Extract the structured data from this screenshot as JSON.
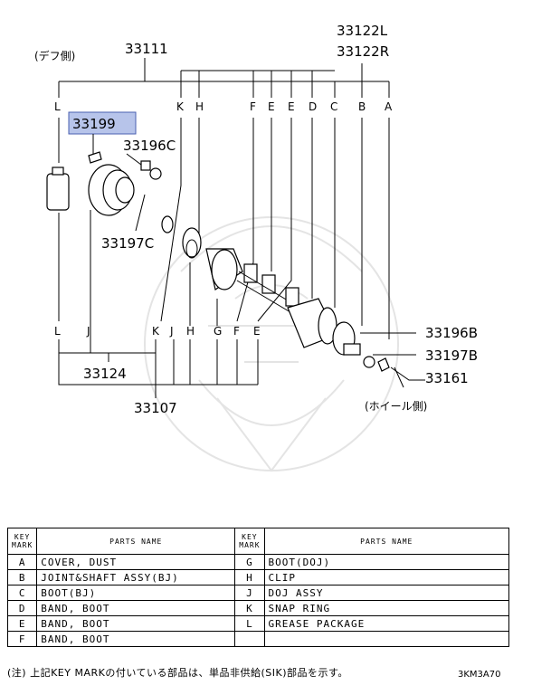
{
  "diagram": {
    "side_labels": {
      "diff_side": "(デフ側)",
      "wheel_side": "(ホイール側)"
    },
    "part_numbers": {
      "p33111": "33111",
      "p33122L": "33122L",
      "p33122R": "33122R",
      "p33199": "33199",
      "p33196C": "33196C",
      "p33197C": "33197C",
      "p33124": "33124",
      "p33107": "33107",
      "p33196B": "33196B",
      "p33197B": "33197B",
      "p33161": "33161"
    },
    "top_keys": [
      "L",
      "K",
      "H",
      "F",
      "E",
      "E",
      "D",
      "C",
      "B",
      "A"
    ],
    "bottom_keys": [
      "L",
      "J",
      "K",
      "J",
      "H",
      "G",
      "F",
      "E"
    ],
    "highlight_color": "#b7c4ea"
  },
  "table": {
    "header": {
      "key_mark": "KEY MARK",
      "parts_name": "PARTS NAME"
    },
    "rows": [
      {
        "k1": "A",
        "n1": "COVER, DUST",
        "k2": "G",
        "n2": "BOOT(DOJ)"
      },
      {
        "k1": "B",
        "n1": "JOINT&SHAFT ASSY(BJ)",
        "k2": "H",
        "n2": "CLIP"
      },
      {
        "k1": "C",
        "n1": "BOOT(BJ)",
        "k2": "J",
        "n2": "DOJ ASSY"
      },
      {
        "k1": "D",
        "n1": "BAND, BOOT",
        "k2": "K",
        "n2": "SNAP RING"
      },
      {
        "k1": "E",
        "n1": "BAND, BOOT",
        "k2": "L",
        "n2": "GREASE PACKAGE"
      },
      {
        "k1": "F",
        "n1": "BAND, BOOT",
        "k2": "",
        "n2": ""
      }
    ]
  },
  "footer": {
    "note": "(注) 上記KEY MARKの付いている部品は、単品非供給(SIK)部品を示す。",
    "code": "3KM3A70"
  }
}
